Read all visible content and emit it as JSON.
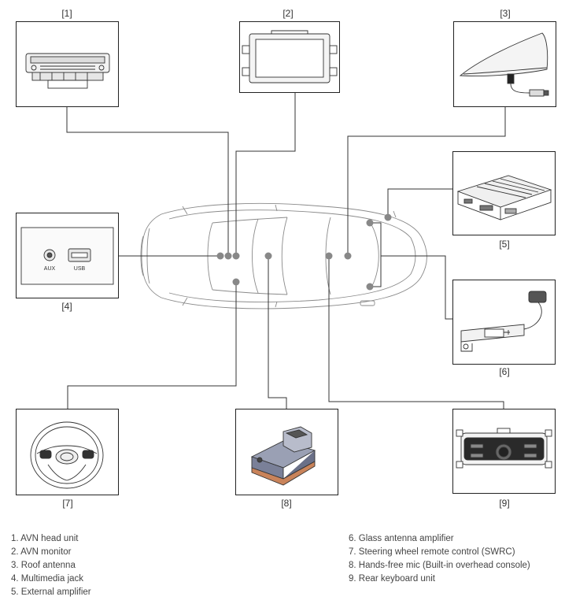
{
  "components": [
    {
      "id": "1",
      "label": "[1]"
    },
    {
      "id": "2",
      "label": "[2]"
    },
    {
      "id": "3",
      "label": "[3]"
    },
    {
      "id": "4",
      "label": "[4]"
    },
    {
      "id": "5",
      "label": "[5]"
    },
    {
      "id": "6",
      "label": "[6]"
    },
    {
      "id": "7",
      "label": "[7]"
    },
    {
      "id": "8",
      "label": "[8]"
    },
    {
      "id": "9",
      "label": "[9]"
    }
  ],
  "jack": {
    "aux_label": "AUX",
    "usb_label": "USB"
  },
  "legend": {
    "left": [
      "1. AVN head unit",
      "2. AVN monitor",
      "3. Roof antenna",
      "4. Multimedia jack",
      "5. External amplifier"
    ],
    "right": [
      "6. Glass antenna amplifier",
      "7. Steering wheel remote control (SWRC)",
      "8. Hands-free mic (Built-in overhead console)",
      "9. Rear keyboard unit"
    ]
  },
  "icons": [
    "head-unit-icon",
    "monitor-icon",
    "shark-fin-antenna-icon",
    "multimedia-jack-icon",
    "amplifier-icon",
    "antenna-amplifier-icon",
    "steering-wheel-icon",
    "microphone-module-icon",
    "keyboard-unit-icon",
    "car-outline-icon"
  ]
}
